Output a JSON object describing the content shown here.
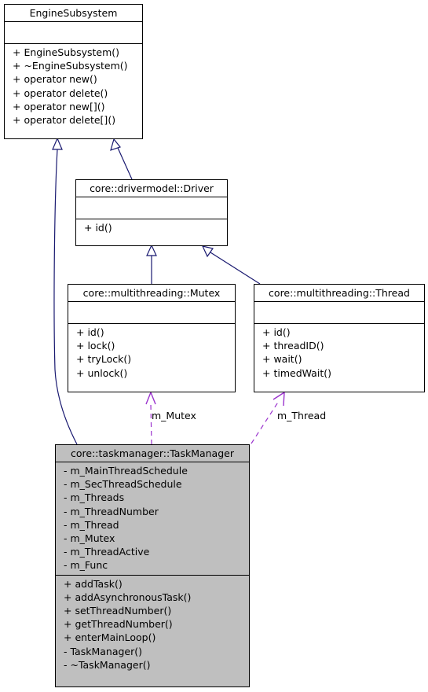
{
  "classes": {
    "engine": {
      "name": "EngineSubsystem",
      "attributes": [],
      "methods": [
        "+ EngineSubsystem()",
        "+ ~EngineSubsystem()",
        "+ operator new()",
        "+ operator delete()",
        "+ operator new[]()",
        "+ operator delete[]()"
      ]
    },
    "driver": {
      "name": "core::drivermodel::Driver",
      "attributes": [],
      "methods": [
        "+ id()"
      ]
    },
    "mutex": {
      "name": "core::multithreading::Mutex",
      "attributes": [],
      "methods": [
        "+ id()",
        "+ lock()",
        "+ tryLock()",
        "+ unlock()"
      ]
    },
    "thread": {
      "name": "core::multithreading::Thread",
      "attributes": [],
      "methods": [
        "+ id()",
        "+ threadID()",
        "+ wait()",
        "+ timedWait()"
      ]
    },
    "taskmanager": {
      "name": "core::taskmanager::TaskManager",
      "attributes": [
        "- m_MainThreadSchedule",
        "- m_SecThreadSchedule",
        "- m_Threads",
        "- m_ThreadNumber",
        "- m_Thread",
        "- m_Mutex",
        "- m_ThreadActive",
        "- m_Func"
      ],
      "methods": [
        "+ addTask()",
        "+ addAsynchronousTask()",
        "+ setThreadNumber()",
        "+ getThreadNumber()",
        "+ enterMainLoop()",
        "- TaskManager()",
        "- ~TaskManager()"
      ]
    }
  },
  "edge_labels": {
    "mutex": "m_Mutex",
    "thread": "m_Thread"
  },
  "colors": {
    "inheritance": "#191970",
    "usage": "#9a32cd",
    "focus_fill": "#bfbfbf"
  }
}
